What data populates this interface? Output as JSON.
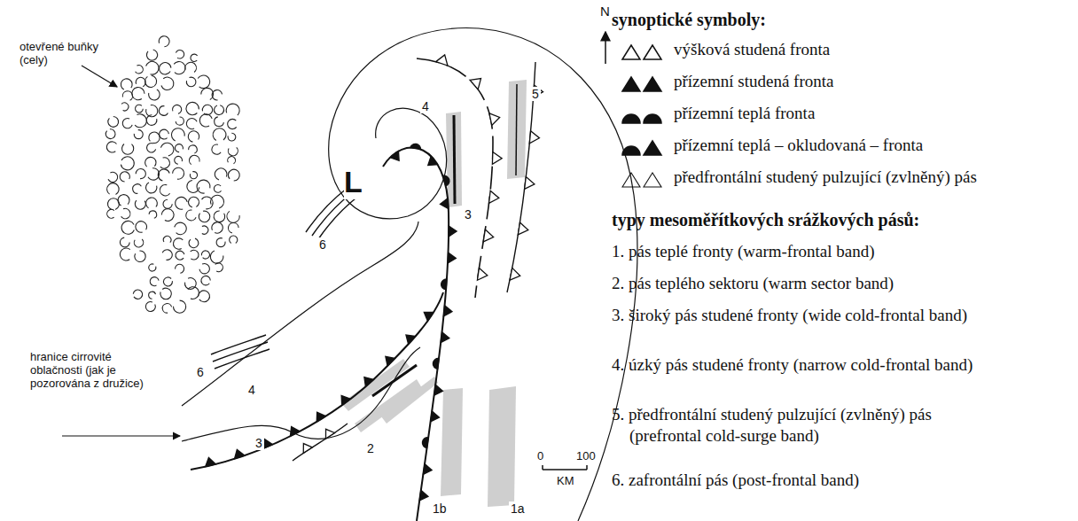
{
  "diagram": {
    "labels": [
      "N",
      "L",
      "otevřené buňky (cely)",
      "hranice cirrovité oblačnosti (jak je pozorována z družice)",
      "4",
      "5",
      "3",
      "6",
      "6",
      "4",
      "3",
      "2",
      "1b",
      "1a",
      "0",
      "100",
      "KM",
      "synoptické symboly:",
      "typy mesoměřítkových srážkových pásů:",
      "1. pás teplé fronty (warm-frontal band)",
      "2. pás teplého sektoru (warm sector band)",
      "3. široký pás studené fronty (wide cold-frontal band)",
      "4. úzký pás studené fronty (narrow cold-frontal band)",
      "5. předfrontální studený pulzující (zvlněný) pás (prefrontal cold-surge band)",
      "6. zafrontální pás (post-frontal band)"
    ],
    "legend": [
      {
        "text": "výšková studená fronta"
      },
      {
        "text": "přízemní studená fronta"
      },
      {
        "text": "přízemní teplá fronta"
      },
      {
        "text": "přízemní teplá – okludovaná – fronta"
      },
      {
        "text": "předfrontální studený pulzující (zvlněný) pás"
      }
    ]
  }
}
